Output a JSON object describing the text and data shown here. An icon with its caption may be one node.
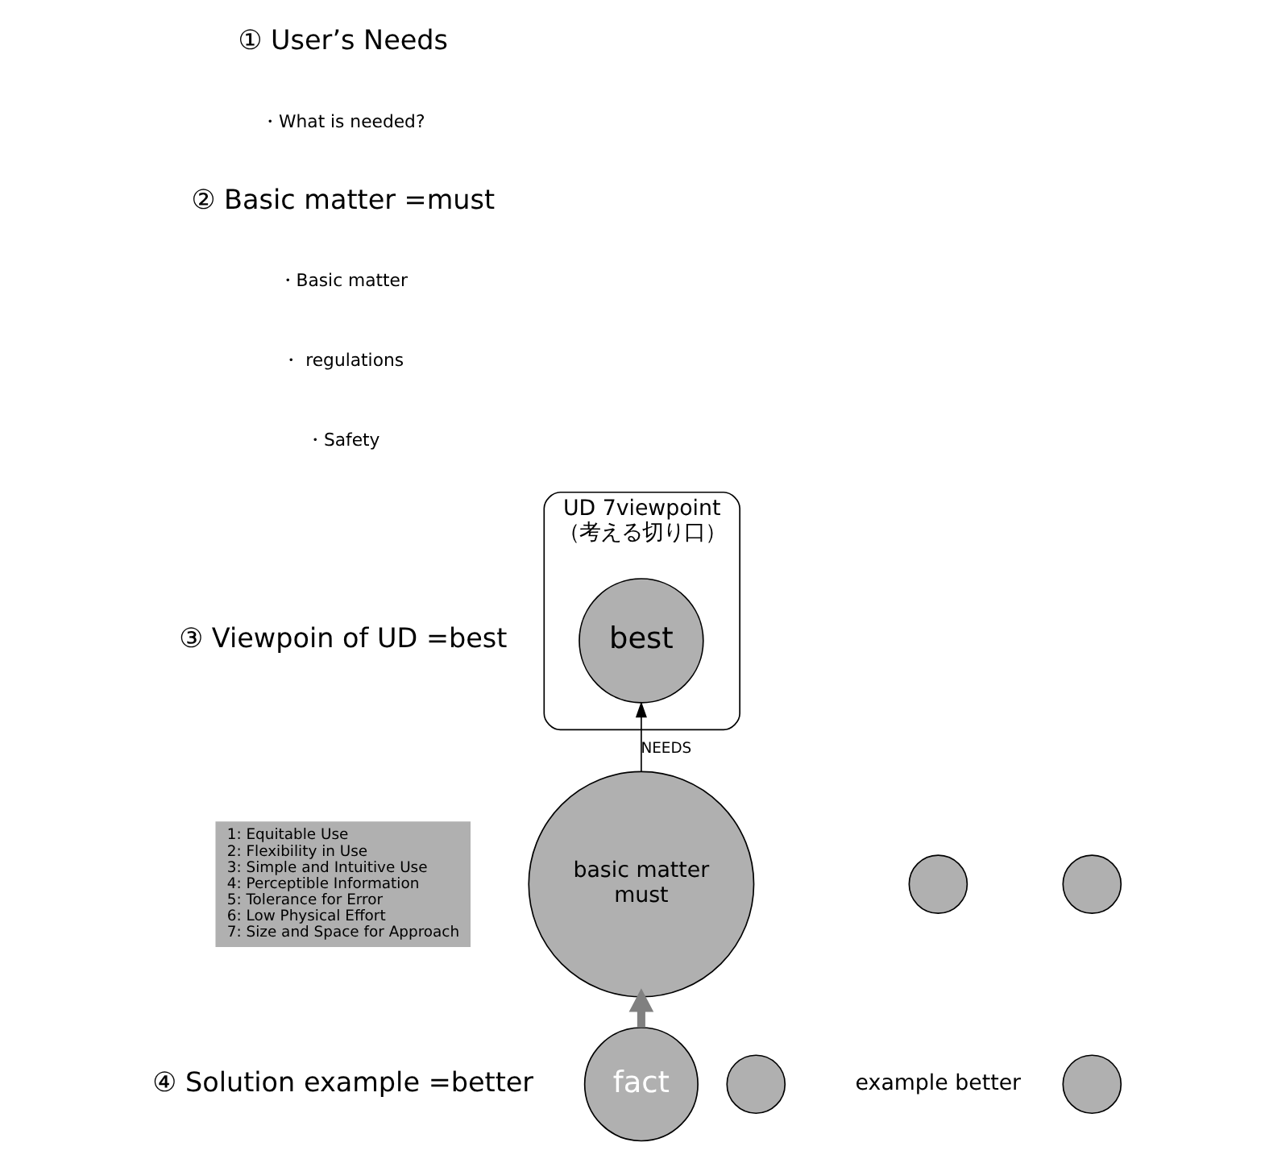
{
  "diagram": {
    "nodes": [
      {
        "text": [
          "UD 7viewpoint",
          "（考える切り口）"
        ]
      },
      {
        "text": [
          "best"
        ],
        "in": 0
      },
      {
        "text": [],
        "shape": "circle"
      },
      {
        "text": [],
        "shape": "circle"
      },
      {
        "text": [],
        "shape": "circle"
      },
      {
        "text": [],
        "shape": "circle"
      },
      {
        "text": [
          "1: Equitable Use",
          "2: Flexibility in Use",
          "3: Simple and Intuitive Use",
          "4: Perceptible Information",
          "5: Tolerance for Error",
          "6: Low Physical Effort",
          "7: Size and Space for Approach"
        ]
      },
      {
        "text": [
          "basic matter",
          "must"
        ]
      },
      {
        "text": [
          "fact"
        ]
      }
    ],
    "edges": [
      {
        "from": 8,
        "to": 7,
        "arrow": "to",
        "style": "thick",
        "color": "#808080"
      },
      {
        "from": 7,
        "to": 1,
        "arrow": "to",
        "label": "NEEDS",
        "color": "#000000"
      }
    ],
    "labels": [
      "① User’s Needs",
      "・What is needed?",
      "② Basic matter =must",
      "・Basic matter",
      "・ regulations",
      "・Safety",
      "③ Viewpoin of UD =best",
      "example better",
      "④ Solution example =better"
    ]
  }
}
